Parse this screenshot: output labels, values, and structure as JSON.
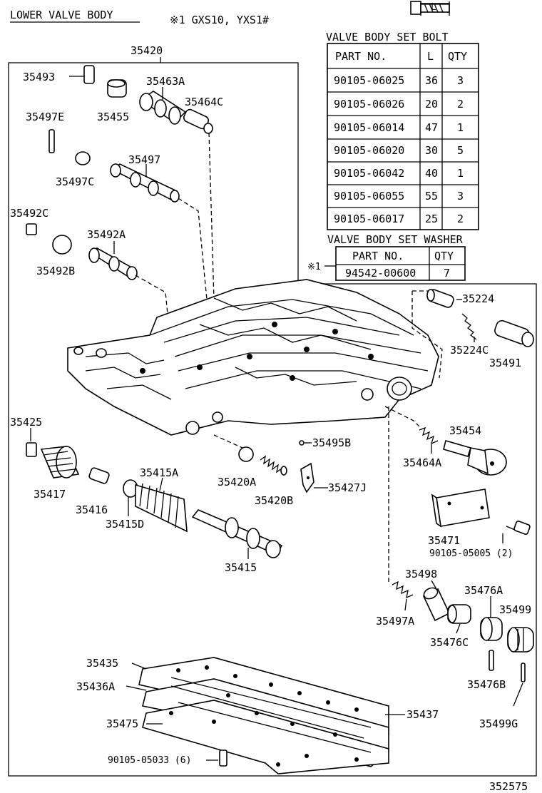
{
  "header": {
    "title": "LOWER VALVE BODY",
    "note": "※1 GXS10, YXS1#"
  },
  "bolt_icon_label": "L",
  "bolt_table": {
    "title": "VALVE BODY SET BOLT",
    "headers": [
      "PART NO.",
      "L",
      "QTY"
    ],
    "rows": [
      [
        "90105-06025",
        "36",
        "3"
      ],
      [
        "90105-06026",
        "20",
        "2"
      ],
      [
        "90105-06014",
        "47",
        "1"
      ],
      [
        "90105-06020",
        "30",
        "5"
      ],
      [
        "90105-06042",
        "40",
        "1"
      ],
      [
        "90105-06055",
        "55",
        "3"
      ],
      [
        "90105-06017",
        "25",
        "2"
      ]
    ]
  },
  "washer_table": {
    "title": "VALVE BODY SET WASHER",
    "marker": "※1",
    "headers": [
      "PART NO.",
      "QTY"
    ],
    "rows": [
      [
        "94542-00600",
        "7"
      ]
    ]
  },
  "labels": {
    "p35420": "35420",
    "p35493": "35493",
    "p35463A": "35463A",
    "p35455": "35455",
    "p35464C": "35464C",
    "p35497E": "35497E",
    "p35497": "35497",
    "p35497C": "35497C",
    "p35492C": "35492C",
    "p35492A": "35492A",
    "p35492B": "35492B",
    "p35224": "35224",
    "p35224C": "35224C",
    "p35491": "35491",
    "p35425": "35425",
    "p35417": "35417",
    "p35416": "35416",
    "p35415A": "35415A",
    "p35415D": "35415D",
    "p35415": "35415",
    "p35420A": "35420A",
    "p35420B": "35420B",
    "p35495B": "35495B",
    "p35427J": "35427J",
    "p35454": "35454",
    "p35464A": "35464A",
    "p35471": "35471",
    "p90105_05005": "90105-05005 (2)",
    "p35498": "35498",
    "p35476A": "35476A",
    "p35499": "35499",
    "p35497A": "35497A",
    "p35476C": "35476C",
    "p35476B": "35476B",
    "p35499G": "35499G",
    "p35435": "35435",
    "p35436A": "35436A",
    "p35437": "35437",
    "p35475": "35475",
    "p90105_05033": "90105-05033 (6)",
    "p352575": "352575"
  }
}
